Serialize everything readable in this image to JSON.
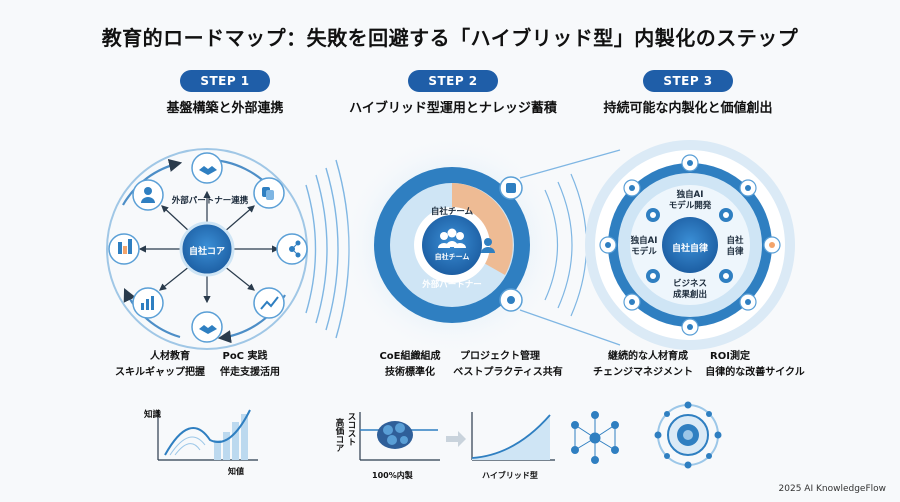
{
  "title": "教育的ロードマップ：失敗を回避する「ハイブリッド型」内製化のステップ",
  "steps": [
    {
      "badge": "STEP 1",
      "heading": "基盤構築と外部連携"
    },
    {
      "badge": "STEP 2",
      "heading": "ハイブリッド型運用とナレッジ蓄積"
    },
    {
      "badge": "STEP 3",
      "heading": "持続可能な内製化と価値創出"
    }
  ],
  "step1": {
    "core": "自社コア",
    "partner": "外部パートナー連携",
    "captions": [
      "人材教育",
      "PoC 実践",
      "スキルギャップ把握",
      "伴走支援活用"
    ]
  },
  "step2": {
    "center": "自社チーム",
    "ring_inner": "自社チーム",
    "ring_outer": "外部パートナー",
    "captions": [
      "CoE組織組成",
      "プロジェクト管理",
      "技術標準化",
      "ベストプラクティス共有"
    ]
  },
  "step3": {
    "center": "自社自律",
    "top": "独自AI\nモデル開発",
    "left": "独自AI\nモデル",
    "right": "自社\n自律",
    "bottom": "ビジネス\n成果創出",
    "captions": [
      "継続的な人材育成",
      "ROI測定",
      "チェンジマネジメント",
      "自律的な改善サイクル"
    ]
  },
  "bottom": {
    "knowledge_axis": "知識",
    "value_axis": "知値",
    "cost_axis_1": "スコスト",
    "cost_axis_2": "高価コア",
    "label_internal": "100%内製",
    "label_hybrid": "ハイブリッド型"
  },
  "footer": "2025 AI KnowledgeFlow",
  "colors": {
    "navy": "#1f5ea8",
    "blue": "#2f7fc1",
    "light": "#cfe5f5",
    "orange": "#f3a46b"
  }
}
